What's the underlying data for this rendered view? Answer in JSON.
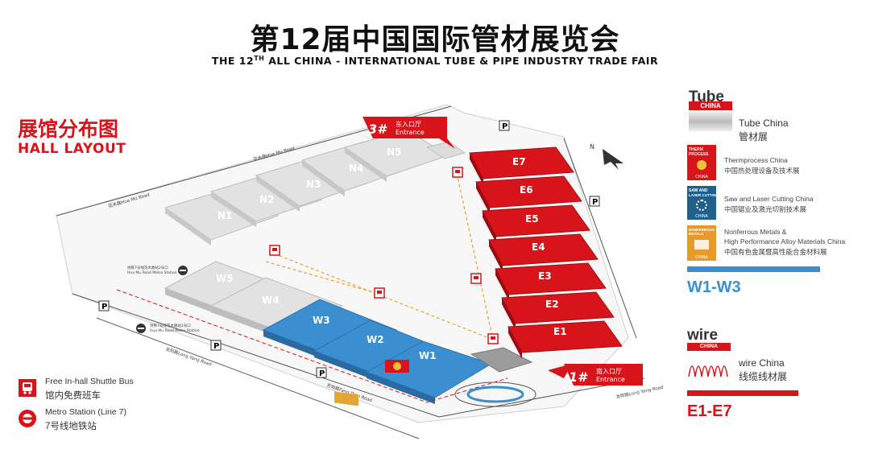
{
  "header": {
    "title_cn": "第12届中国国际管材展览会",
    "title_en_pre": "THE 12",
    "title_en_sup": "TH",
    "title_en_post": " ALL CHINA - INTERNATIONAL TUBE & PIPE INDUSTRY TRADE FAIR"
  },
  "hall_layout": {
    "title_cn": "展馆分布图",
    "title_en": "HALL LAYOUT"
  },
  "halls": {
    "north": [
      "N1",
      "N2",
      "N3",
      "N4",
      "N5"
    ],
    "west": [
      "W5",
      "W4",
      "W3",
      "W2",
      "W1"
    ],
    "east": [
      "E7",
      "E6",
      "E5",
      "E4",
      "E3",
      "E2",
      "E1"
    ]
  },
  "entrances": {
    "east": {
      "num": "3#",
      "cn": "东入口厅",
      "en": "Entrance"
    },
    "south": {
      "num": "1#",
      "cn": "南入口厅",
      "en": "Entrance"
    }
  },
  "roads": {
    "north_road": "花木路Hua Mu Road",
    "north_road_west": "花木路Hua Mu Road",
    "south_road": "龙阳路Long Yang Road",
    "south_road_2": "芳甸路Fang Dian Road",
    "east_road": "龙阳路Long Yang Road"
  },
  "stations": {
    "a_cn": "地铁7号线花木路站2号口",
    "a_en": "Hua Mu Road Metro Station",
    "b_cn": "地铁7号线花木路站1号口",
    "b_en": "Hua Mu Road Metro Station"
  },
  "parking_label": "P",
  "legend": {
    "bus_en": "Free In-hall Shuttle Bus",
    "bus_cn": "馆内免费班车",
    "metro_en": "Metro Station (Line 7)",
    "metro_cn": "7号线地铁站"
  },
  "compass": "N",
  "right_panel": {
    "tube_logo_top": "Tube",
    "tube_logo_china": "CHINA",
    "tube_en": "Tube China",
    "tube_cn": "管材展",
    "therm_logo_1": "THERM",
    "therm_logo_2": "PROCESS",
    "therm_logo_china": "CHINA",
    "therm_en": "Thermprocess China",
    "therm_cn": "中国热处理设备及技术展",
    "saw_logo_1": "SAW AND",
    "saw_logo_2": "LASER CUTTING",
    "saw_logo_china": "CHINA",
    "saw_en": "Saw and Laser Cutting China",
    "saw_cn": "中国锯业及激光切割技术展",
    "nonf_logo_1": "NONFERROUS",
    "nonf_logo_2": "METALS",
    "nonf_logo_china": "CHINA",
    "nonf_en_1": "Nonferrous Metals &",
    "nonf_en_2": "High Performance Alloy Materials China",
    "nonf_cn": "中国有色金属暨高性能合金材料展",
    "w_range": "W1-W3",
    "wire_logo": "wire",
    "wire_logo_china": "CHINA",
    "wire_en": "wire China",
    "wire_cn": "线缆线材展",
    "e_range": "E1-E7"
  },
  "colors": {
    "red": "#d7141a",
    "blue": "#3b8ed0",
    "grey": "#d6d6d6",
    "orange_dash": "#e3a536"
  }
}
